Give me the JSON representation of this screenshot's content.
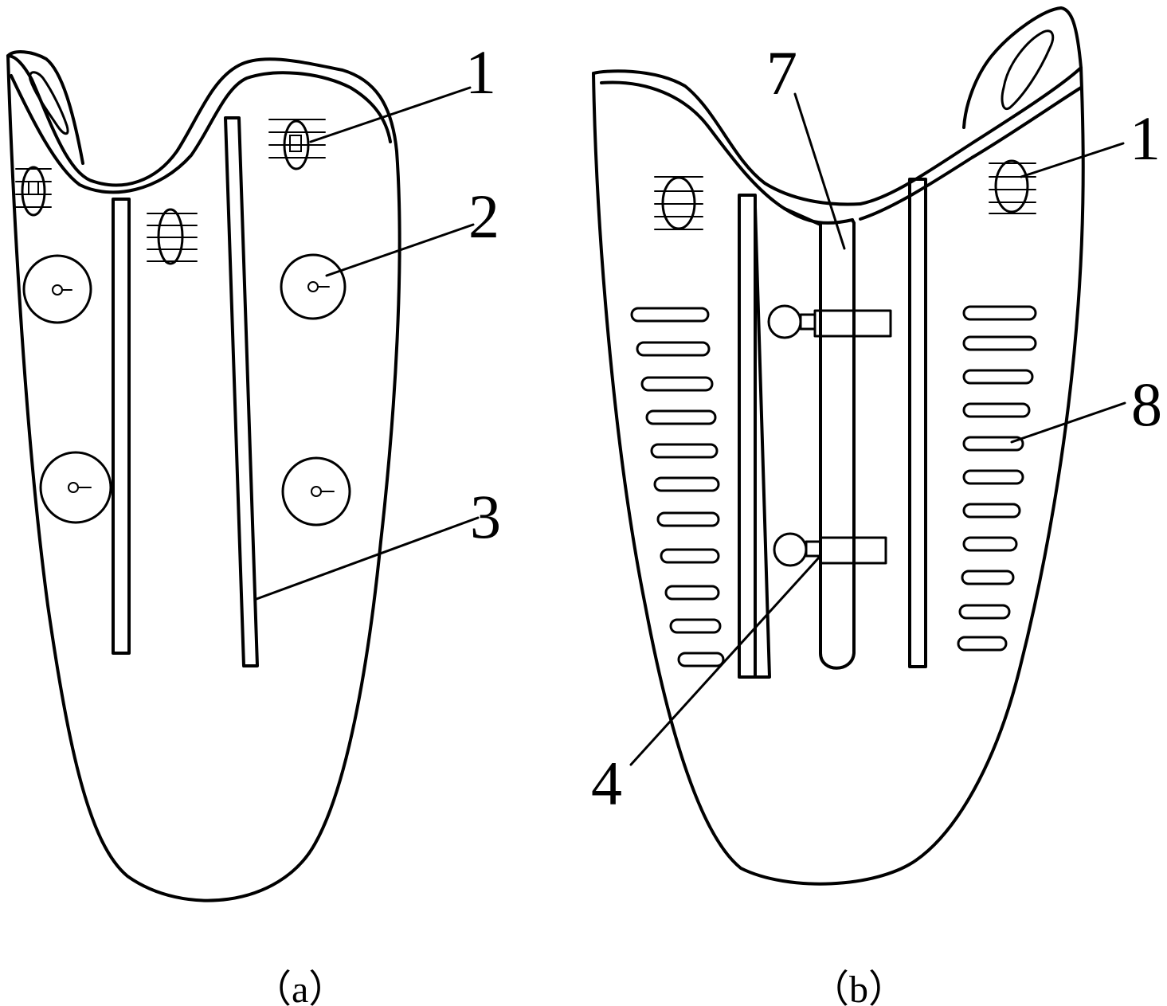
{
  "figure": {
    "panel_a": {
      "caption": "（a）",
      "labels": {
        "l1": "1",
        "l2": "2",
        "l3": "3"
      }
    },
    "panel_b": {
      "caption": "（b）",
      "labels": {
        "l7": "7",
        "l1": "1",
        "l8": "8",
        "l4": "4"
      }
    }
  }
}
